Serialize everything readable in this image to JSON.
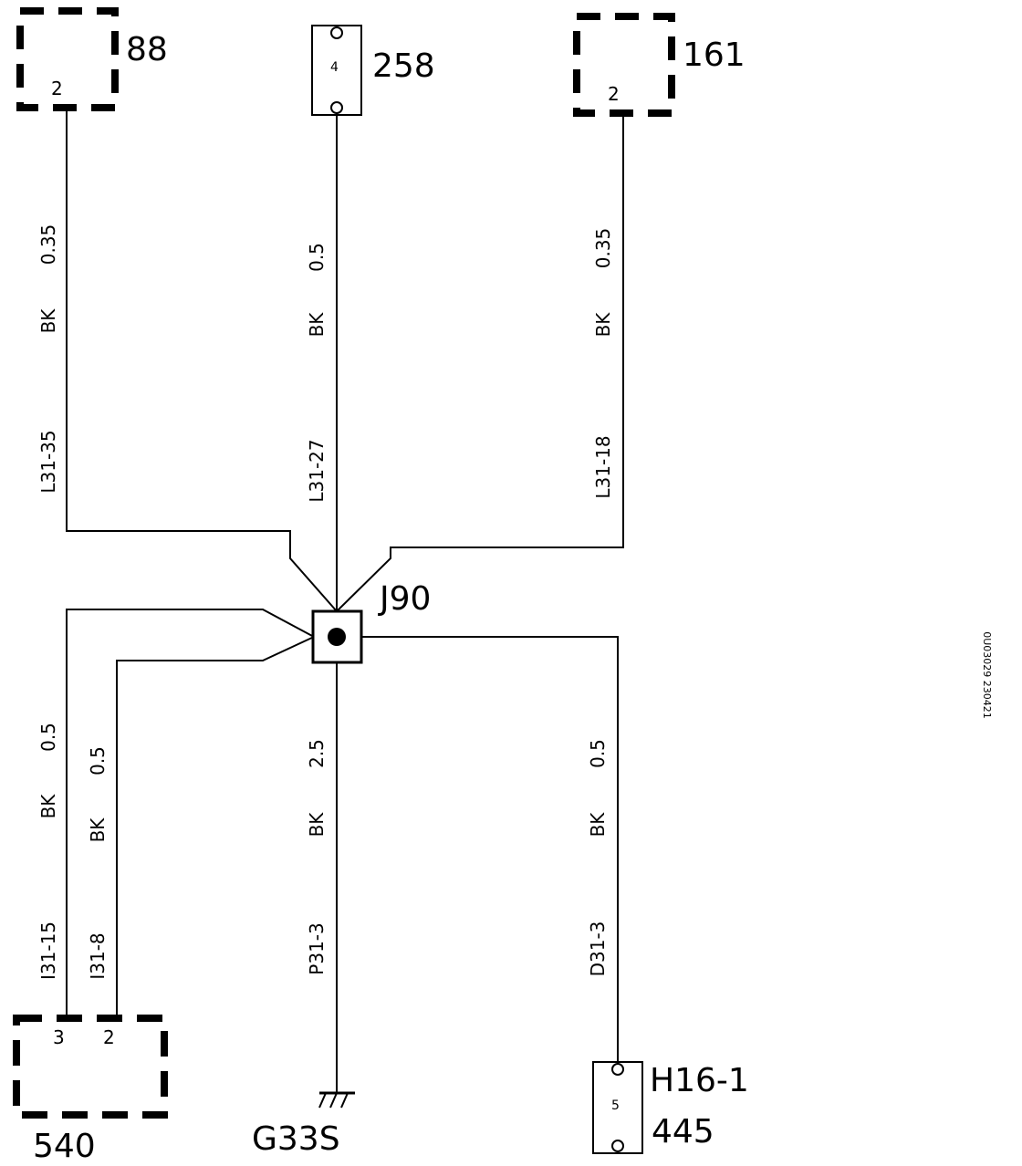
{
  "components": {
    "c88": {
      "id": "88",
      "pin": "2"
    },
    "c258": {
      "id": "258",
      "pin": "4"
    },
    "c161": {
      "id": "161",
      "pin": "2"
    },
    "c540": {
      "id": "540",
      "pin_a": "3",
      "pin_b": "2"
    },
    "h16": {
      "connector": "H16-1",
      "id": "445",
      "pin": "5"
    },
    "ground": {
      "id": "G33S"
    }
  },
  "splice": {
    "id": "J90"
  },
  "wires": {
    "w88": {
      "size": "0.35",
      "color": "BK",
      "circuit": "L31-35"
    },
    "w258": {
      "size": "0.5",
      "color": "BK",
      "circuit": "L31-27"
    },
    "w161": {
      "size": "0.35",
      "color": "BK",
      "circuit": "L31-18"
    },
    "w540a": {
      "size": "0.5",
      "color": "BK",
      "circuit": "I31-15"
    },
    "w540b": {
      "size": "0.5",
      "color": "BK",
      "circuit": "I31-8"
    },
    "wg33s": {
      "size": "2.5",
      "color": "BK",
      "circuit": "P31-3"
    },
    "wh16": {
      "size": "0.5",
      "color": "BK",
      "circuit": "D31-3"
    }
  },
  "doc_id": "0U03029 230421"
}
